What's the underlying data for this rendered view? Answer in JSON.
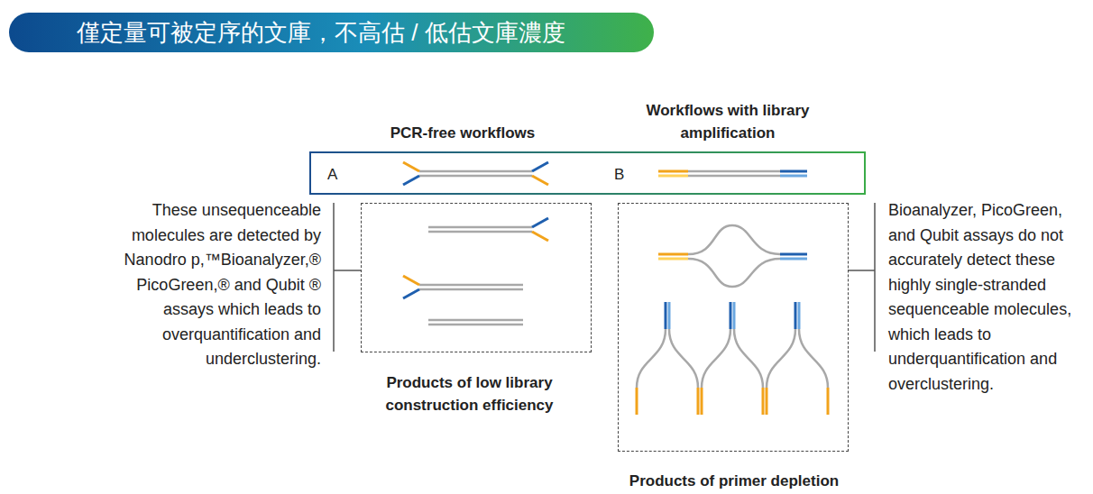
{
  "diagram": {
    "title": "僅定量可被定序的文庫，不高估 / 低估文庫濃度",
    "nodes": [
      {
        "text": [
          "A",
          "B"
        ]
      },
      {
        "text": [
          "Products of low library construction efficiency"
        ]
      },
      {
        "text": [
          "Products of primer depletion"
        ]
      }
    ],
    "labels": [
      "PCR-free workflows",
      "Workflows with library amplification",
      "These unsequenceable molecules are detected by Nanodro p,™Bioanalyzer,® PicoGreen,® and Qubit ® assays which leads to overquantification and underclustering.",
      "Bioanalyzer, PicoGreen, and Qubit assays do not accurately detect these highly single-stranded sequenceable molecules, which leads to underquantification and overclustering."
    ]
  }
}
